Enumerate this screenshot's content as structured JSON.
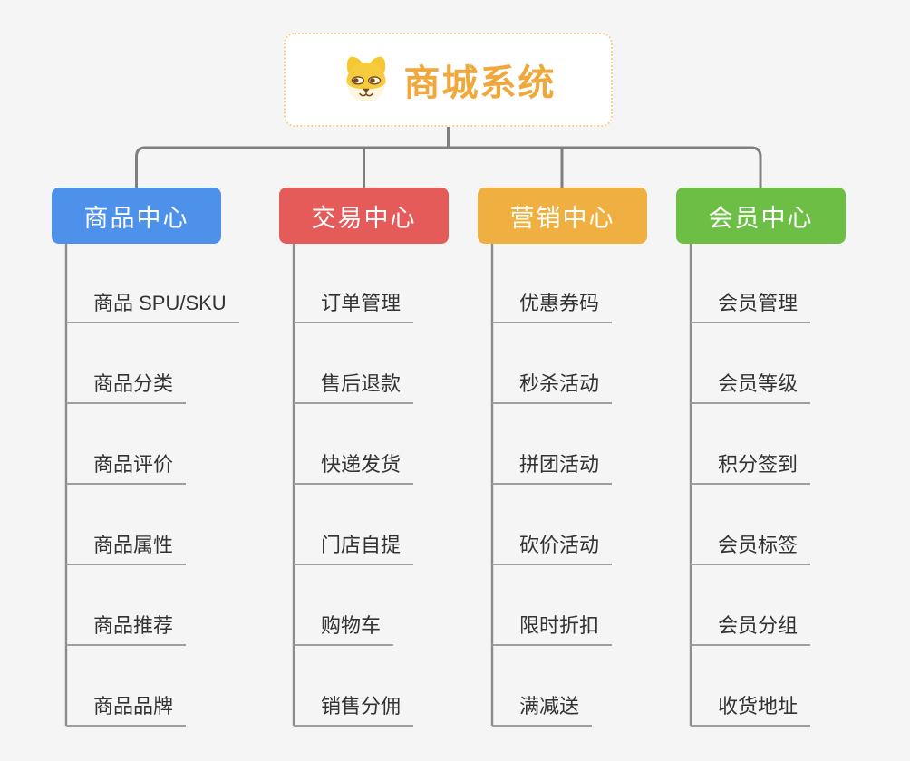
{
  "root": {
    "title": "商城系统",
    "title_color": "#f0a83c",
    "border_color": "#f3cf92",
    "icon": "dog-icon"
  },
  "branches": [
    {
      "label": "商品中心",
      "color": "#4e91ea",
      "children": [
        "商品 SPU/SKU",
        "商品分类",
        "商品评价",
        "商品属性",
        "商品推荐",
        "商品品牌"
      ]
    },
    {
      "label": "交易中心",
      "color": "#e45b59",
      "children": [
        "订单管理",
        "售后退款",
        "快递发货",
        "门店自提",
        "购物车",
        "销售分佣"
      ]
    },
    {
      "label": "营销中心",
      "color": "#efaf41",
      "children": [
        "优惠券码",
        "秒杀活动",
        "拼团活动",
        "砍价活动",
        "限时折扣",
        "满减送"
      ]
    },
    {
      "label": "会员中心",
      "color": "#6cbe45",
      "children": [
        "会员管理",
        "会员等级",
        "积分签到",
        "会员标签",
        "会员分组",
        "收货地址"
      ]
    }
  ],
  "colors": {
    "trunk_connector": "#7f7f7f",
    "branch_connector": "#8c8c8c",
    "leaf_underline": "#9e9e9e",
    "leaf_text": "#333333",
    "background": "#f5f5f5"
  }
}
